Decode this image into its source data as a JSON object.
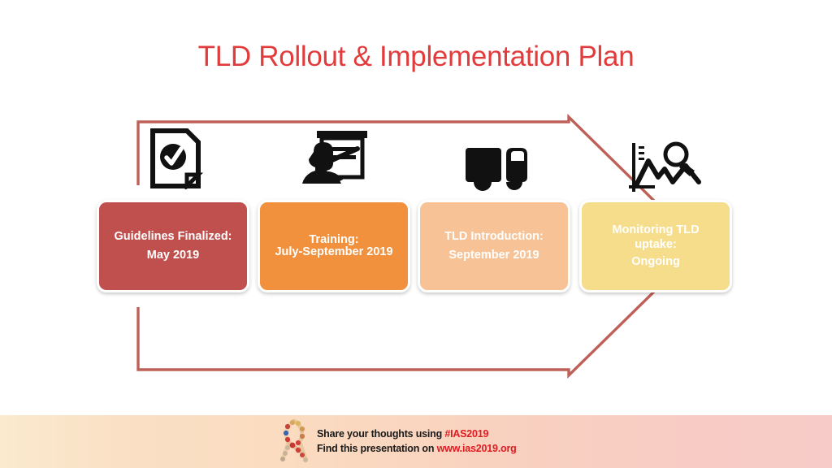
{
  "slide": {
    "title": "TLD Rollout & Implementation Plan",
    "title_color": "#e23b3b",
    "background": "#ffffff"
  },
  "arrow": {
    "name": "process-arrow",
    "direction": "right",
    "outline_color": "#bf6058",
    "fill": "none"
  },
  "icons": [
    {
      "name": "approved-document-icon",
      "label": "document with check mark"
    },
    {
      "name": "training-presenter-icon",
      "label": "presenter at whiteboard"
    },
    {
      "name": "delivery-truck-icon",
      "label": "delivery truck"
    },
    {
      "name": "chart-magnifier-icon",
      "label": "line chart with magnifying glass"
    }
  ],
  "stages": [
    {
      "name": "stage-guidelines",
      "heading": "Guidelines Finalized:",
      "body": "May 2019",
      "color": "#c0504d",
      "border": "#ffffff"
    },
    {
      "name": "stage-training",
      "heading": "Training:",
      "body": "July-September 2019",
      "color": "#f2913d",
      "border": "#ffffff"
    },
    {
      "name": "stage-introduction",
      "heading": "TLD Introduction:",
      "body": "September 2019",
      "color": "#f7c396",
      "border": "#ffffff"
    },
    {
      "name": "stage-monitoring",
      "heading": "Monitoring TLD",
      "body": "uptake:",
      "body2": "Ongoing",
      "color": "#f5dd8c",
      "border": "#ffffff"
    }
  ],
  "footer": {
    "ribbon_icon": "aids-awareness-ribbon-icon",
    "line1_prefix": "Share your thoughts using ",
    "line1_accent": "#IAS2019",
    "line2_prefix": "Find this presentation on ",
    "line2_accent": "www.ias2019.org",
    "accent_color": "#e01b22",
    "gradient_start": "#fbeacd",
    "gradient_end": "#f7cbc8"
  }
}
